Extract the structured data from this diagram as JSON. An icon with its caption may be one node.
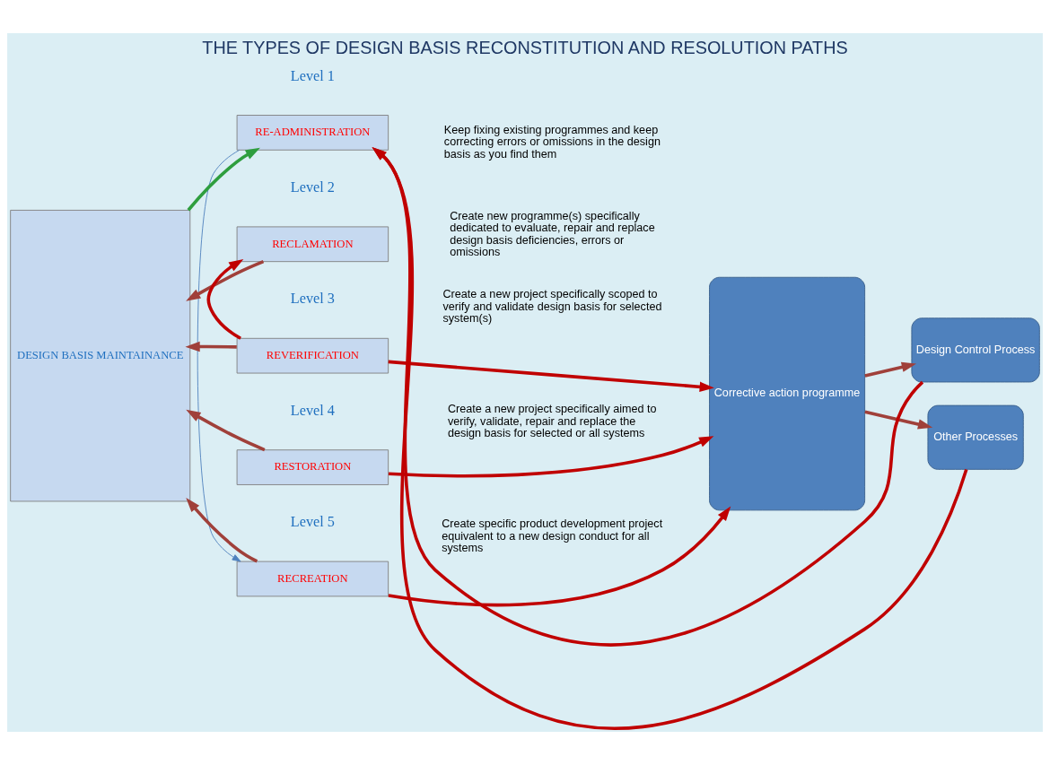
{
  "diagram": {
    "title": "THE TYPES OF DESIGN BASIS RECONSTITUTION AND RESOLUTION PATHS",
    "nodes": [
      {
        "text": [
          "RE-ADMINISTRATION"
        ],
        "beside": [
          "Level 1"
        ]
      },
      {
        "text": [
          "RECLAMATION"
        ],
        "beside": [
          "Level 2"
        ]
      },
      {
        "text": [
          "REVERIFICATION"
        ],
        "beside": [
          "Level 3"
        ]
      },
      {
        "text": [
          "RESTORATION"
        ],
        "beside": [
          "Level 4"
        ]
      },
      {
        "text": [
          "RECREATION"
        ],
        "beside": [
          "Level 5"
        ]
      },
      {
        "text": [
          "DESIGN BASIS MAINTAINANCE"
        ]
      },
      {
        "text": [
          "Corrective action programme"
        ]
      },
      {
        "text": [
          "Design Control Process"
        ]
      },
      {
        "text": [
          "Other Processes"
        ]
      }
    ],
    "edges": [
      {
        "from": 5,
        "to": 0,
        "arrow": "to",
        "color": "#2e9e3e"
      },
      {
        "from": 1,
        "to": 5,
        "arrow": "to",
        "color": "#a0403a"
      },
      {
        "from": 2,
        "to": 5,
        "arrow": "to",
        "color": "#a0403a"
      },
      {
        "from": 3,
        "to": 5,
        "arrow": "to",
        "color": "#a0403a"
      },
      {
        "from": 4,
        "to": 5,
        "arrow": "to",
        "color": "#a0403a"
      },
      {
        "from": 2,
        "to": 1,
        "arrow": "to"
      },
      {
        "from": 2,
        "to": 6,
        "arrow": "to"
      },
      {
        "from": 3,
        "to": 6,
        "arrow": "to"
      },
      {
        "from": 4,
        "to": 6,
        "arrow": "to"
      },
      {
        "from": 6,
        "to": 7,
        "arrow": "to",
        "color": "#a0403a"
      },
      {
        "from": 6,
        "to": 8,
        "arrow": "to",
        "color": "#a0403a"
      },
      {
        "from": 7,
        "to": 0,
        "arrow": "to"
      },
      {
        "from": 8,
        "to": 0,
        "arrow": "to"
      },
      {
        "from": 0,
        "to": 4,
        "arrow": "to",
        "color": "#4f81bd"
      }
    ],
    "labels": [
      "Keep fixing existing programmes and keep correcting errors or omissions in the design basis as you find them",
      "Create new programme(s) specifically dedicated to evaluate, repair and replace design basis deficiencies, errors or omissions",
      "Create a new project specifically scoped to verify and validate design basis for selected system(s)",
      "Create a new project specifically aimed to verify, validate, repair and replace the design basis for selected or all systems",
      "Create specific product development project equivalent to a new design conduct for all systems"
    ]
  }
}
